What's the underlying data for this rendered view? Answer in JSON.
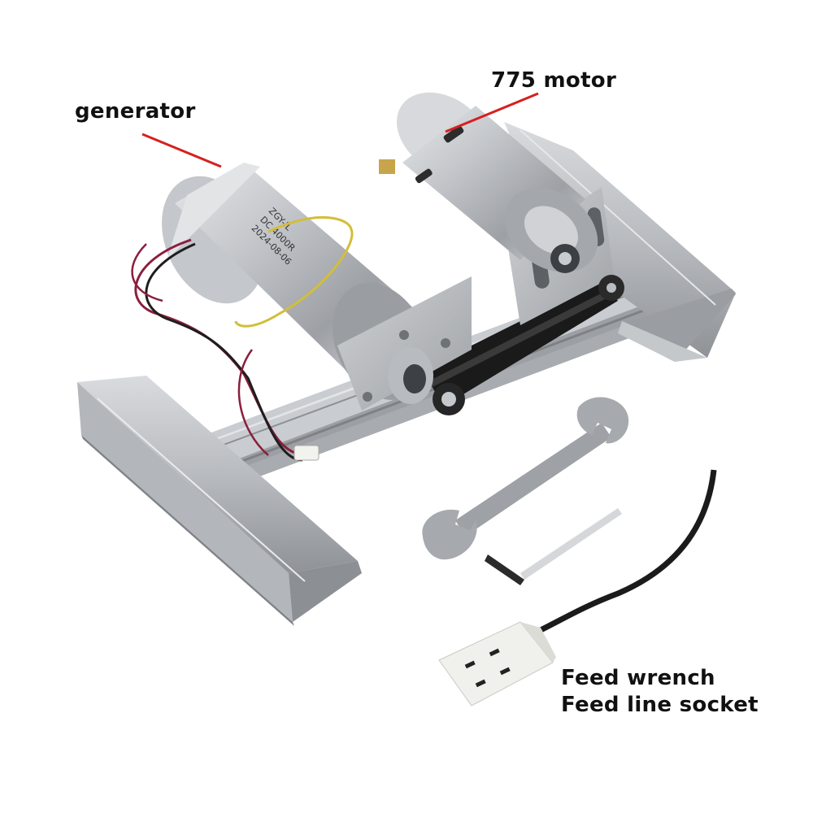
{
  "labels": {
    "generator": "generator",
    "motor": "775 motor",
    "feed_wrench": "Feed wrench",
    "feed_line_socket": "Feed line socket"
  },
  "generator_sticker": {
    "line1": "ZGY-IL",
    "line2": "DC 4000R",
    "line3": "2024-08-06"
  },
  "colors": {
    "callout_line": "#d62020",
    "aluminum": "#b9bcc0",
    "motor_body": "#c7cacd",
    "belt": "#1a1a1a",
    "wire_red": "#8a1f3c",
    "wire_black": "#1e1e1e",
    "socket": "#eeeeea"
  }
}
